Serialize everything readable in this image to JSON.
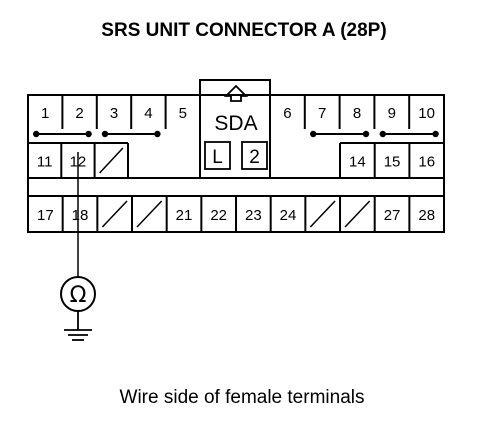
{
  "title": "SRS UNIT CONNECTOR A (28P)",
  "caption": "Wire side of female terminals",
  "sda_label": "SDA",
  "key_labels": [
    "L",
    "2"
  ],
  "meter_symbol": "Ω",
  "meter_icon": "ohmmeter-icon",
  "ground_icon": "ground-icon",
  "key_icon": "lock-tab-arrow-icon",
  "row1_left": [
    "1",
    "2",
    "3",
    "4",
    "5"
  ],
  "row1_right": [
    "6",
    "7",
    "8",
    "9",
    "10"
  ],
  "row2_left": [
    "11",
    "12",
    ""
  ],
  "row2_right": [
    "14",
    "15",
    "16"
  ],
  "row3": [
    "17",
    "18",
    "",
    "",
    "21",
    "22",
    "23",
    "24",
    "",
    "",
    "27",
    "28"
  ],
  "shorting_bars": [
    [
      "1",
      "2"
    ],
    [
      "3",
      "4"
    ],
    [
      "7",
      "8"
    ],
    [
      "9",
      "10"
    ]
  ],
  "probe_terminal": "12"
}
